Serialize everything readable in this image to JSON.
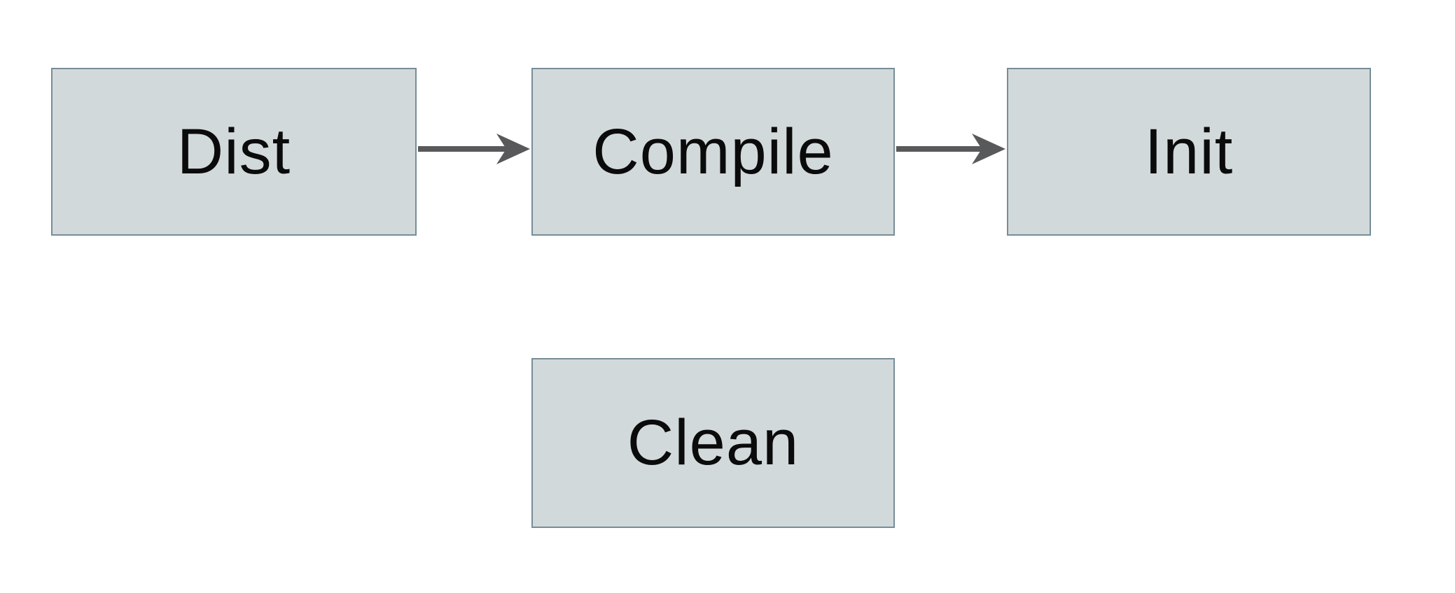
{
  "diagram": {
    "type": "flowchart",
    "nodes": [
      {
        "id": "dist",
        "label": "Dist"
      },
      {
        "id": "compile",
        "label": "Compile"
      },
      {
        "id": "init",
        "label": "Init"
      },
      {
        "id": "clean",
        "label": "Clean"
      }
    ],
    "edges": [
      {
        "from": "Dist",
        "to": "Compile",
        "style": "solid-arrow"
      },
      {
        "from": "Compile",
        "to": "Init",
        "style": "solid-arrow"
      }
    ],
    "colors": {
      "background": "#ffffff",
      "node_fill": "#d2d9db",
      "node_border": "#778d97",
      "arrow": "#58595a",
      "text": "#0b0b0b"
    }
  }
}
